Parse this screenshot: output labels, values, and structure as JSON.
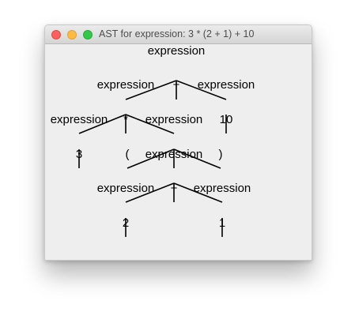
{
  "window": {
    "title": "AST for expression: 3 * (2 + 1) + 10",
    "background": "#eeeeee"
  },
  "tree": {
    "nodes": {
      "n0": "expression",
      "n1": "expression",
      "n2": "+",
      "n3": "expression",
      "n4": "expression",
      "n5": "*",
      "n6": "expression",
      "n7": "10",
      "n8": "3",
      "n9": "(",
      "n10": "expression",
      "n11": ")",
      "n12": "expression",
      "n13": "+",
      "n14": "expression",
      "n15": "2",
      "n16": "1"
    }
  }
}
